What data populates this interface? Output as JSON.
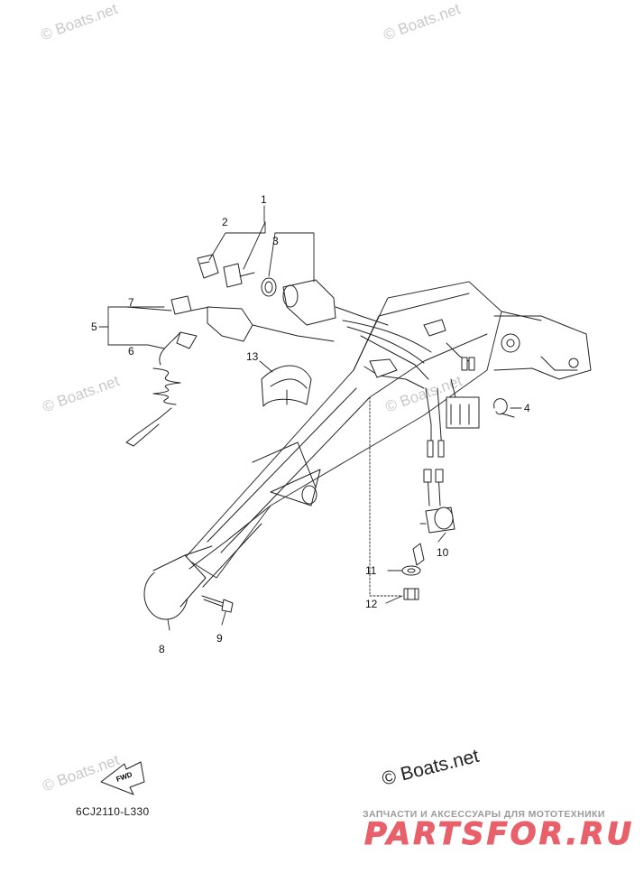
{
  "watermarks": [
    "© Boats.net",
    "© Boats.net",
    "© Boats.net",
    "© Boats.net",
    "© Boats.net"
  ],
  "callouts": [
    "1",
    "2",
    "3",
    "4",
    "5",
    "6",
    "7",
    "8",
    "9",
    "10",
    "11",
    "12",
    "13"
  ],
  "diagram_code": "6CJ2110-L330",
  "fwd_label": "FWD",
  "copyright": "© Boats.net",
  "ad": {
    "tagline": "ЗАПЧАСТИ И АКСЕССУАРЫ ДЛЯ МОТОТЕХНИКИ",
    "logo": "PARTSFOR.RU"
  }
}
